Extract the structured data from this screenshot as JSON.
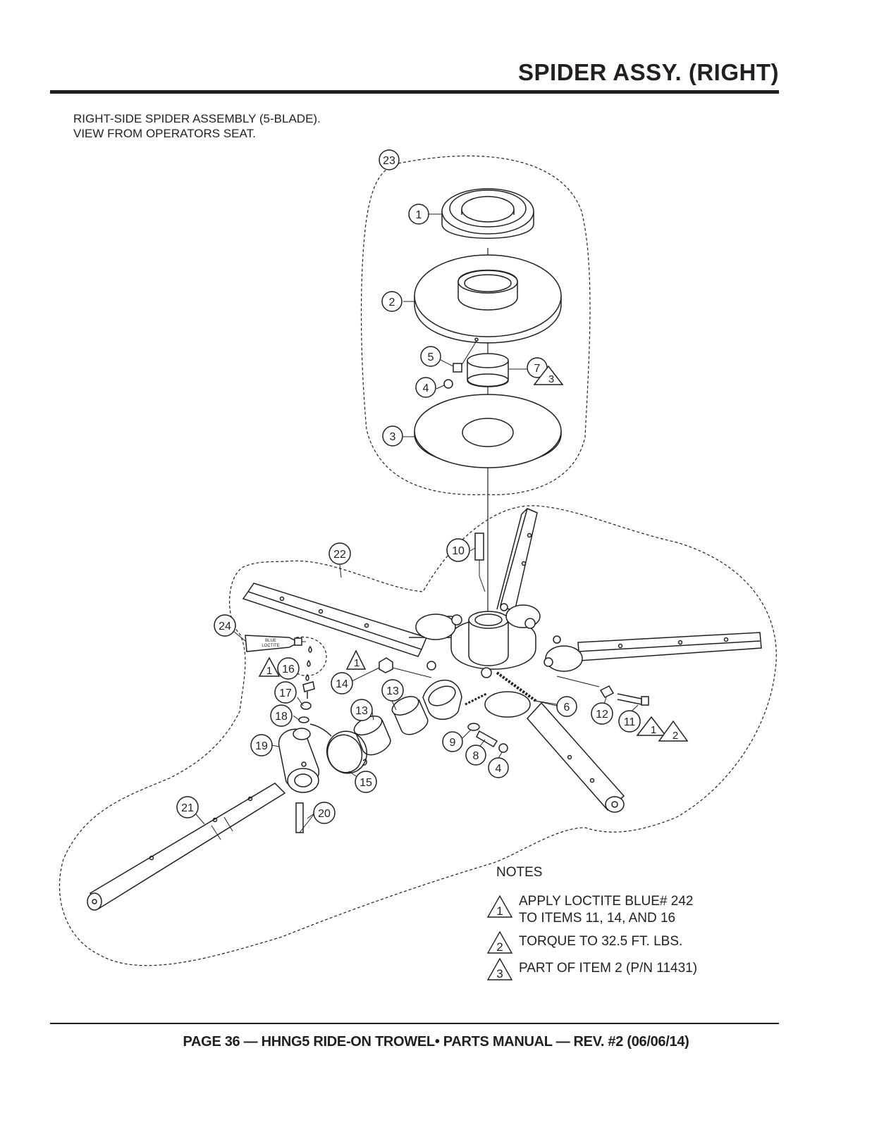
{
  "header": {
    "title": "SPIDER ASSY. (RIGHT)"
  },
  "caption": {
    "line1": "RIGHT-SIDE SPIDER ASSEMBLY (5-BLADE).",
    "line2": "VIEW FROM OPERATORS SEAT."
  },
  "callouts": [
    {
      "id": "callout-23",
      "label": "23"
    },
    {
      "id": "callout-1",
      "label": "1"
    },
    {
      "id": "callout-2",
      "label": "2"
    },
    {
      "id": "callout-5",
      "label": "5"
    },
    {
      "id": "callout-4-top",
      "label": "4"
    },
    {
      "id": "callout-7",
      "label": "7"
    },
    {
      "id": "callout-3",
      "label": "3"
    },
    {
      "id": "callout-10",
      "label": "10"
    },
    {
      "id": "callout-22",
      "label": "22"
    },
    {
      "id": "callout-24",
      "label": "24"
    },
    {
      "id": "callout-16",
      "label": "16"
    },
    {
      "id": "callout-17",
      "label": "17"
    },
    {
      "id": "callout-18",
      "label": "18"
    },
    {
      "id": "callout-19",
      "label": "19"
    },
    {
      "id": "callout-14",
      "label": "14"
    },
    {
      "id": "callout-13-a",
      "label": "13"
    },
    {
      "id": "callout-13-b",
      "label": "13"
    },
    {
      "id": "callout-15",
      "label": "15"
    },
    {
      "id": "callout-9",
      "label": "9"
    },
    {
      "id": "callout-8",
      "label": "8"
    },
    {
      "id": "callout-4-bottom",
      "label": "4"
    },
    {
      "id": "callout-6",
      "label": "6"
    },
    {
      "id": "callout-12",
      "label": "12"
    },
    {
      "id": "callout-11",
      "label": "11"
    },
    {
      "id": "callout-21",
      "label": "21"
    },
    {
      "id": "callout-20",
      "label": "20"
    }
  ],
  "note_refs": [
    {
      "id": "noteref-3-item7",
      "label": "3"
    },
    {
      "id": "noteref-1-item16",
      "label": "1"
    },
    {
      "id": "noteref-1-item14",
      "label": "1"
    },
    {
      "id": "noteref-1-item11",
      "label": "1"
    },
    {
      "id": "noteref-2-item11",
      "label": "2"
    }
  ],
  "loctite_tube": {
    "line1": "BLUE",
    "line2": "LOCTITE"
  },
  "notes": {
    "heading": "NOTES",
    "items": [
      {
        "number": "1",
        "line1": "APPLY LOCTITE BLUE# 242",
        "line2": "TO ITEMS 11, 14, AND 16"
      },
      {
        "number": "2",
        "line1": "TORQUE TO 32.5 FT. LBS.",
        "line2": ""
      },
      {
        "number": "3",
        "line1": "PART OF ITEM 2 (P/N 11431)",
        "line2": ""
      }
    ]
  },
  "footer": {
    "text": "PAGE 36 — HHNG5 RIDE-ON TROWEL• PARTS MANUAL — REV. #2 (06/06/14)"
  }
}
